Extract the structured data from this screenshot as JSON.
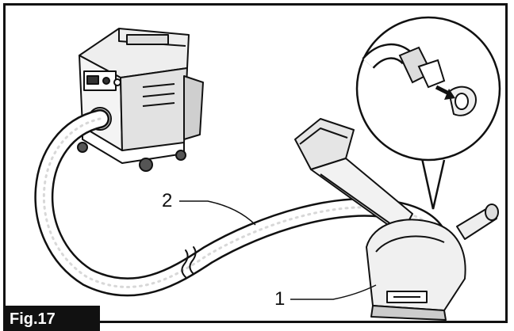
{
  "figure": {
    "label": "Fig.17",
    "callouts": [
      {
        "id": "1",
        "text": "1"
      },
      {
        "id": "2",
        "text": "2"
      }
    ]
  },
  "colors": {
    "ink": "#111111",
    "paper": "#ffffff",
    "shade": "#d8d8d8"
  },
  "icons": [
    "vacuum-cleaner-icon",
    "hose-icon",
    "cutter-tool-icon",
    "magnifier-callout-icon",
    "push-arrow-icon"
  ]
}
